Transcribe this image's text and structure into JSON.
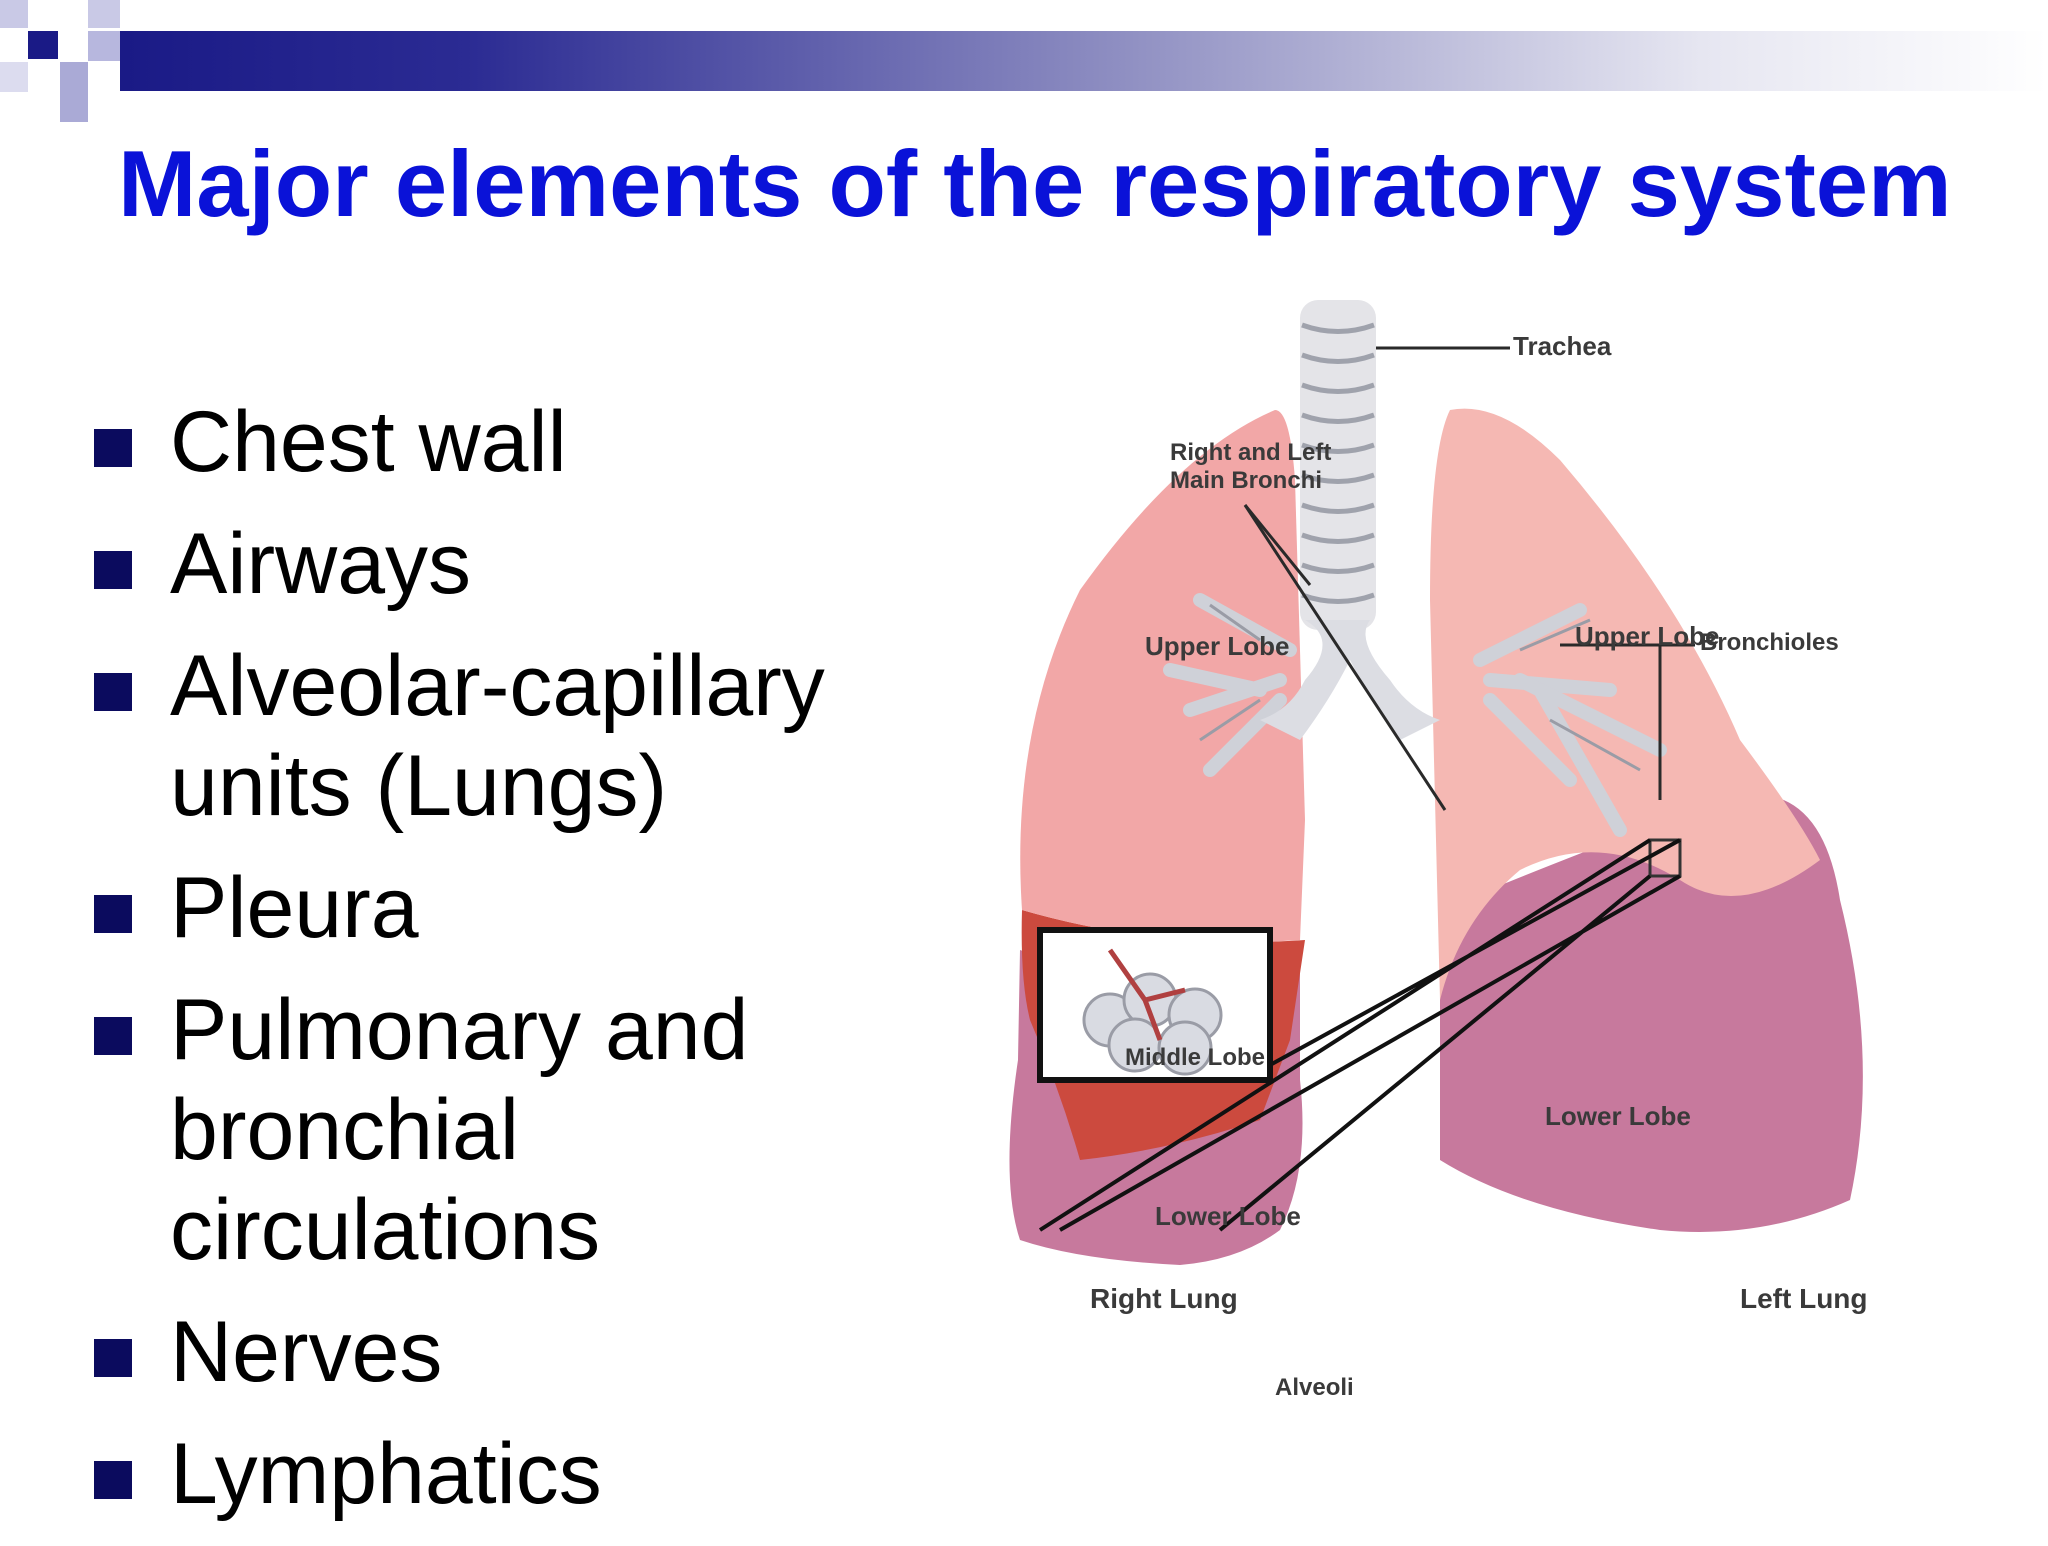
{
  "title": "Major elements of the respiratory system",
  "bullets": [
    "Chest wall",
    "Airways",
    "Alveolar-capillary units (Lungs)",
    "Pleura",
    "Pulmonary and bronchial circulations",
    "Nerves",
    "Lymphatics"
  ],
  "diagram": {
    "labels": {
      "trachea": "Trachea",
      "main_bronchi_line1": "Right and Left",
      "main_bronchi_line2": "Main Bronchi",
      "right_upper_lobe": "Upper Lobe",
      "left_upper_lobe": "Upper Lobe",
      "bronchioles": "Bronchioles",
      "middle_lobe": "Middle Lobe",
      "left_lower_lobe": "Lower Lobe",
      "right_lower_lobe": "Lower Lobe",
      "right_lung": "Right Lung",
      "left_lung": "Left Lung",
      "alveoli": "Alveoli"
    },
    "colors": {
      "upper_lobe": "#f2a7a7",
      "middle_lobe": "#cc4a3e",
      "lower_lobe": "#c7799d",
      "airway": "#e4e4e8"
    }
  },
  "theme": {
    "title_color": "#0a12d8",
    "bullet_color": "#0b0b5e"
  }
}
